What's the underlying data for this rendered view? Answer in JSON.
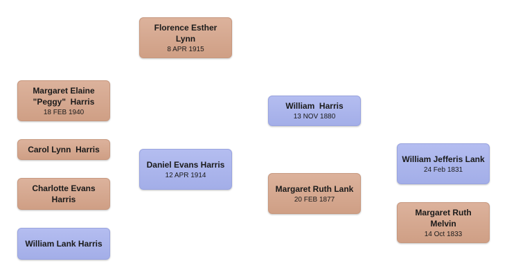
{
  "people": {
    "florence": {
      "name": "Florence Esther Lynn",
      "date": "8 APR 1915",
      "sex": "female"
    },
    "peggy": {
      "name": "Margaret Elaine \"Peggy\"  Harris",
      "date": "18 FEB 1940",
      "sex": "female"
    },
    "carol": {
      "name": "Carol Lynn  Harris",
      "date": "",
      "sex": "female"
    },
    "charlotte": {
      "name": "Charlotte Evans Harris",
      "date": "",
      "sex": "female"
    },
    "william_lank_harris": {
      "name": "William Lank Harris",
      "date": "",
      "sex": "male"
    },
    "daniel": {
      "name": "Daniel Evans Harris",
      "date": "12 APR 1914",
      "sex": "male"
    },
    "william_harris": {
      "name": "William  Harris",
      "date": "13 NOV 1880",
      "sex": "male"
    },
    "margaret_ruth_lank": {
      "name": "Margaret Ruth Lank",
      "date": "20 FEB 1877",
      "sex": "female"
    },
    "william_jefferis_lank": {
      "name": "William Jefferis Lank",
      "date": "24 Feb 1831",
      "sex": "male"
    },
    "margaret_ruth_melvin": {
      "name": "Margaret Ruth Melvin",
      "date": "14 Oct 1833",
      "sex": "female"
    }
  },
  "colors": {
    "female": "#d4a68e",
    "male": "#a8b2ea"
  }
}
